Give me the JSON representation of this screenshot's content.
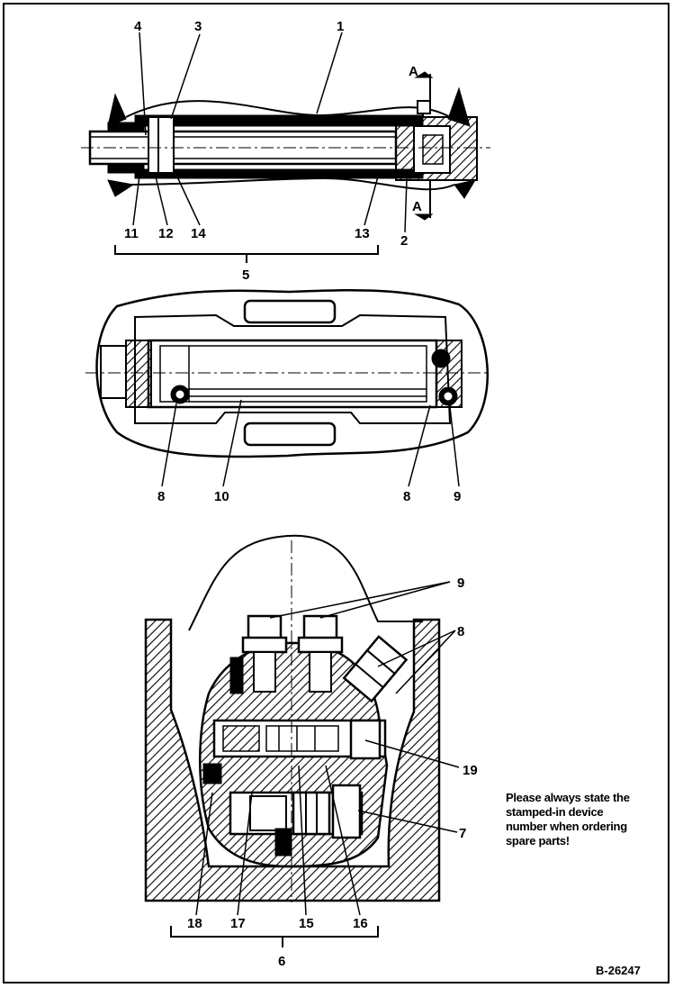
{
  "labels": {
    "top": {
      "l1": "1",
      "l2": "2",
      "l3": "3",
      "l4": "4",
      "l5": "5",
      "l11": "11",
      "l12": "12",
      "l13": "13",
      "l14": "14",
      "a_top": "A",
      "a_bottom": "A"
    },
    "middle": {
      "l8a": "8",
      "l8b": "8",
      "l9": "9",
      "l10": "10"
    },
    "bottom": {
      "l6": "6",
      "l7": "7",
      "l8": "8",
      "l9": "9",
      "l15": "15",
      "l16": "16",
      "l17": "17",
      "l18": "18",
      "l19": "19"
    }
  },
  "note": {
    "line1": "Please always state the",
    "line2": "stamped-in device",
    "line3": "number when ordering",
    "line4": "spare parts!"
  },
  "document_number": "B-26247"
}
